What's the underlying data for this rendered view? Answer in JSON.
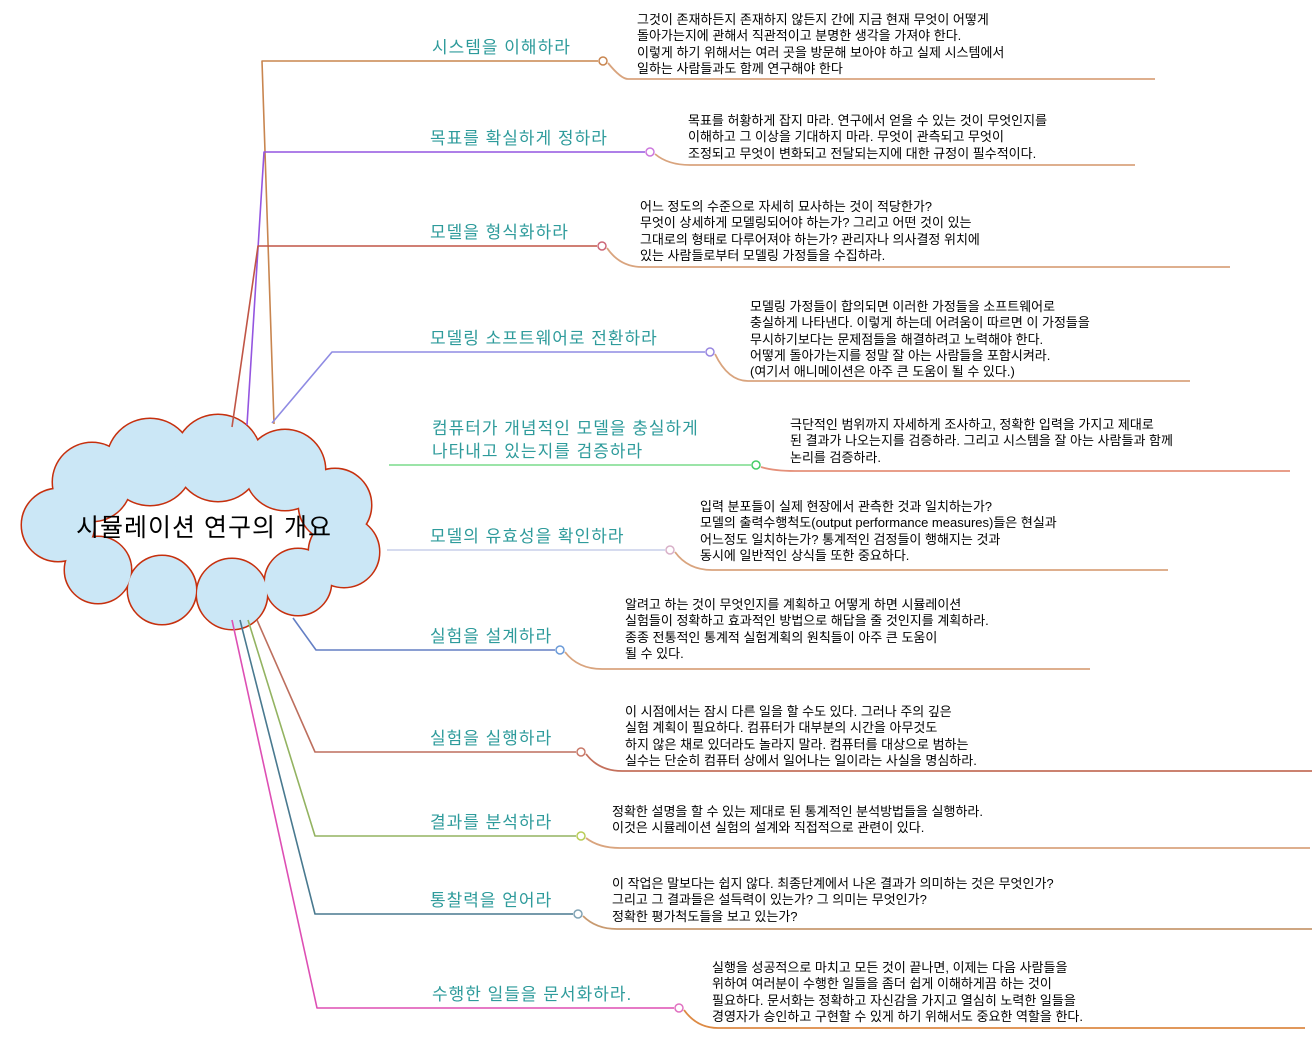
{
  "root": {
    "label": "시뮬레이션 연구의 개요",
    "fill_color": "#CBE7F6",
    "border_color": "#C6300E"
  },
  "colors": {
    "title_text": "#2E9B9B",
    "desc_text": "#000000"
  },
  "branches": [
    {
      "title": "시스템을 이해하라",
      "desc": "그것이 존재하든지 존재하지 않든지 간에 지금 현재 무엇이 어떻게\n돌아가는지에 관해서 직관적이고 분명한 생각을 가져야 한다.\n이렇게 하기 위해서는 여러 곳을 방문해 보아야 하고 실제 시스템에서\n일하는 사람들과도 함께 연구해야 한다",
      "line_color": "#C8854F",
      "circle_color": "#C8854F",
      "underline_color": "#D9A47E"
    },
    {
      "title": "목표를 확실하게 정하라",
      "desc": "목표를 허황하게 잡지 마라. 연구에서 얻을 수 있는 것이 무엇인지를\n이해하고 그 이상을 기대하지 마라. 무엇이 관측되고 무엇이\n조정되고 무엇이 변화되고 전달되는지에 대한 규정이 필수적이다.",
      "line_color": "#9455E0",
      "circle_color": "#CC77DD",
      "underline_color": "#D9A47E"
    },
    {
      "title": "모델을 형식화하라",
      "desc": "어느 정도의 수준으로 자세히 묘사하는 것이 적당한가?\n무엇이 상세하게 모델링되어야 하는가? 그리고 어떤 것이 있는\n그대로의 형태로 다루어져야 하는가? 관리자나 의사결정 위치에\n있는 사람들로부터 모델링 가정들을 수집하라.",
      "line_color": "#C05546",
      "circle_color": "#CC6677",
      "underline_color": "#D9A47E"
    },
    {
      "title": "모델링 소프트웨어로 전환하라",
      "desc": "모델링 가정들이 합의되면 이러한 가정들을 소프트웨어로\n충실하게 나타낸다. 이렇게 하는데 어려움이 따르면 이 가정들을\n무시하기보다는 문제점들을 해결하려고 노력해야 한다.\n어떻게 돌아가는지를 정말 잘 아는 사람들을 포함시켜라.\n(여기서 애니메이션은 아주 큰 도움이 될 수 있다.)",
      "line_color": "#8F8BE3",
      "circle_color": "#9886E0",
      "underline_color": "#D9A47E"
    },
    {
      "title": "컴퓨터가 개념적인 모델을 충실하게\n나타내고 있는지를 검증하라",
      "desc": "극단적인 범위까지 자세하게 조사하고, 정확한 입력을 가지고 제대로\n된 결과가 나오는지를 검증하라. 그리고 시스템을 잘 아는 사람들과 함께\n논리를 검증하라.",
      "line_color": "#7ADC8C",
      "circle_color": "#44CC66",
      "underline_color": "#E5907A"
    },
    {
      "title": "모델의 유효성을 확인하라",
      "desc": "입력 분포들이 실제 현장에서 관측한 것과 일치하는가?\n모델의 출력수행척도(output performance measures)들은 현실과\n어느정도 일치하는가? 통계적인 검정들이 행해지는 것과\n동시에 일반적인 상식들 또한 중요하다.",
      "line_color": "#C8CFEA",
      "circle_color": "#D8B0C8",
      "underline_color": "#D9A47E"
    },
    {
      "title": "실험을 설계하라",
      "desc": "알려고 하는 것이 무엇인지를 계획하고 어떻게 하면 시뮬레이션\n실험들이 정확하고 효과적인 방법으로 해답을 줄 것인지를 계획하라.\n종종 전통적인 통계적 실험계획의 원칙들이 아주 큰 도움이\n될 수 있다.",
      "line_color": "#647FC4",
      "circle_color": "#6A9AD8",
      "underline_color": "#D9A47E"
    },
    {
      "title": "실험을 실행하라",
      "desc": "이 시점에서는 잠시 다른 일을 할 수도 있다. 그러나 주의 깊은\n실험 계획이 필요하다. 컴퓨터가 대부분의 시간을 아무것도\n하지 않은 채로 있더라도 놀라지 말라. 컴퓨터를 대상으로 범하는\n실수는 단순히 컴퓨터 상에서 일어나는 일이라는 사실을 명심하라.",
      "line_color": "#BD6F5E",
      "circle_color": "#C87868",
      "underline_color": "#C4705C"
    },
    {
      "title": "결과를 분석하라",
      "desc": "정확한 설명을 할 수 있는 제대로 된 통계적인 분석방법들을 실행하라.\n이것은 시뮬레이션 실험의 설계와 직접적으로 관련이 있다.",
      "line_color": "#93B361",
      "circle_color": "#B8CC55",
      "underline_color": "#D9A47E"
    },
    {
      "title": "통찰력을 얻어라",
      "desc": "이 작업은 말보다는 쉽지 않다. 최종단계에서 나온 결과가 의미하는 것은 무엇인가?\n그리고 그 결과들은 설득력이 있는가? 그 의미는 무엇인가?\n정확한 평가척도들을 보고 있는가?",
      "line_color": "#49798F",
      "circle_color": "#7FA2B4",
      "underline_color": "#C89A70"
    },
    {
      "title": "수행한 일들을 문서화하라.",
      "desc": "실행을 성공적으로 마치고 모든 것이 끝나면, 이제는 다음 사람들을\n위하여 여러분이 수행한 일들을 좀더 쉽게 이해하게끔 하는 것이\n필요하다. 문서화는 정확하고 자신감을 가지고 열심히 노력한 일들을\n경영자가 승인하고 구현할 수 있게 하기 위해서도 중요한 역할을 한다.",
      "line_color": "#DD4FB4",
      "circle_color": "#E070C0",
      "underline_color": "#DD8A44"
    }
  ]
}
